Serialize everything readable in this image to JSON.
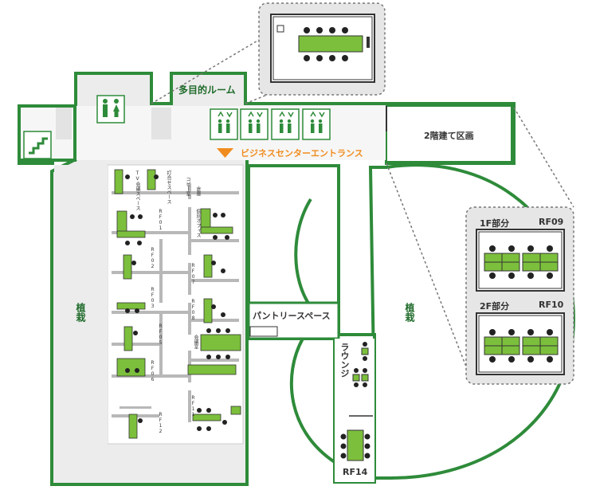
{
  "colors": {
    "wall": "#2e8b3a",
    "green_dark": "#1f6b2a",
    "desk": "#7cbf3c",
    "chair": "#222222",
    "floor": "#e9e9e9",
    "corridor": "#f3f3f3",
    "partition": "#b8b8b8",
    "orange": "#f08c1e",
    "callout_border": "#777777"
  },
  "labels": {
    "multipurpose_room": "多目的ルーム",
    "two_story_section": "2階建て区画",
    "business_center_entrance": "ビジネスセンターエントランス",
    "pantry_space": "パントリースペース",
    "lounge": "ラウンジ",
    "planting_left": "植栽",
    "planting_right": "植栽",
    "rf14": "RF14"
  },
  "callout": {
    "floor1_label": "1F部分",
    "floor1_room": "RF09",
    "floor2_label": "2F部分",
    "floor2_room": "RF10"
  },
  "office_rooms": [
    {
      "name": "RF01"
    },
    {
      "name": "RF02"
    },
    {
      "name": "RF03"
    },
    {
      "name": "RF05"
    },
    {
      "name": "RF06"
    },
    {
      "name": "RF12"
    },
    {
      "name": "RF07"
    },
    {
      "name": "RF08"
    },
    {
      "name": "RF11"
    }
  ],
  "small_labels": {
    "tv_meeting": "TV会議スペース",
    "meeting_space": "打合せスペース",
    "copy_room": "コピー室",
    "storage": "倉庫",
    "office": "個別オフィス",
    "meeting_room": "会議室"
  },
  "icons": {
    "restroom": "restroom-icon",
    "stairs": "stairs-icon",
    "elevator": "elevator-icon",
    "entrance_arrow": "entrance-arrow-icon"
  },
  "elevator_count": 4
}
